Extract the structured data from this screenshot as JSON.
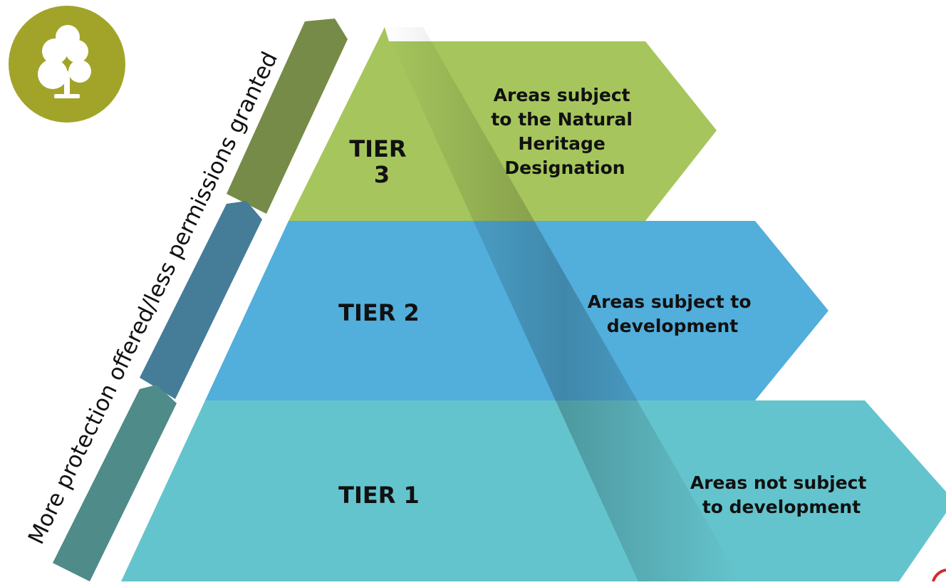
{
  "side_label": "More protection offered/less permissions granted",
  "tiers": [
    {
      "id": "tier-3",
      "label_lines": [
        "TIER",
        "3"
      ],
      "description_lines": [
        "Areas subject",
        "to the Natural",
        "Heritage",
        "Designation"
      ],
      "color": "#a6c65d"
    },
    {
      "id": "tier-2",
      "label_lines": [
        "TIER 2"
      ],
      "description_lines": [
        "Areas subject to",
        "development"
      ],
      "color": "#52aedb"
    },
    {
      "id": "tier-1",
      "label_lines": [
        "TIER 1"
      ],
      "description_lines": [
        "Areas not subject",
        "to development"
      ],
      "color": "#64c4cd"
    }
  ],
  "side_arrow_colors": [
    "#768b47",
    "#457c98",
    "#4f8b88"
  ],
  "logo": {
    "icon": "tree-icon",
    "color": "#a2a42a"
  }
}
